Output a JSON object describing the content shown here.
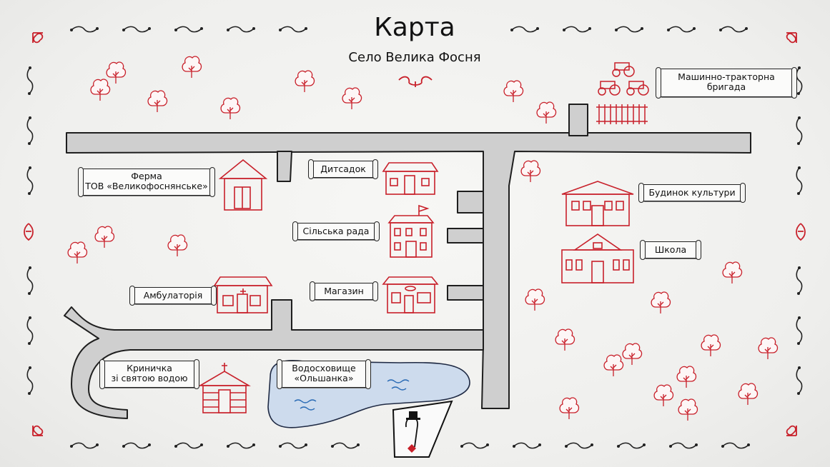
{
  "header": {
    "title": "Карта",
    "subtitle": "Село Велика Фосня"
  },
  "places": {
    "tractor_brigade": "Машинно-тракторна бригада",
    "farm_line1": "Ферма",
    "farm_line2": "ТОВ «Великофоснянське»",
    "kindergarten": "Дитсадок",
    "village_council": "Сільська рада",
    "store": "Магазин",
    "clinic": "Амбулаторія",
    "culture_house": "Будинок культури",
    "school": "Школа",
    "well_line1": "Криничка",
    "well_line2": "зі святою водою",
    "reservoir_line1": "Водосховище",
    "reservoir_line2": "«Ольшанка»"
  },
  "colors": {
    "accent": "#c8202a",
    "road": "#cfcfcf",
    "water": "#c9d9ec",
    "ink": "#1a1a1a"
  }
}
